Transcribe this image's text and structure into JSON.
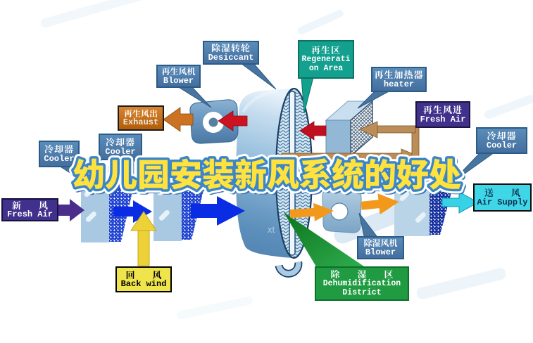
{
  "title": {
    "text": "幼儿园安装新风系统的好处",
    "fill_color": "#ffe23e",
    "outline_color": "#3c86c8"
  },
  "watermark": {
    "text": "xt"
  },
  "labels": {
    "desiccant": {
      "zh": "除湿转轮",
      "en": "Desiccant"
    },
    "regen_blower": {
      "zh": "再生风机",
      "en": "Blower"
    },
    "regen_area": {
      "zh": "再生区",
      "en1": "Regenerati",
      "en2": "on Area"
    },
    "heater": {
      "zh": "再生加热器",
      "en": "heater"
    },
    "exhaust": {
      "zh": "再生风出",
      "en": "Exhaust"
    },
    "regen_fresh_air": {
      "zh": "再生风进",
      "en": "Fresh Air"
    },
    "cooler_right": {
      "zh": "冷却器",
      "en": "Cooler"
    },
    "cooler_mid": {
      "zh": "冷却器",
      "en": "Cooler"
    },
    "cooler_left": {
      "zh": "冷却器",
      "en": "Cooler"
    },
    "fresh_air": {
      "zh": "新　风",
      "en": "Fresh Air"
    },
    "back_wind": {
      "zh": "回　风",
      "en": "Back wind"
    },
    "dehum_blower": {
      "zh": "除湿风机",
      "en": "Blower"
    },
    "dehum_district": {
      "zh": "除　湿　区",
      "en1": "Dehumidification",
      "en2": "District"
    },
    "air_supply": {
      "zh": "送　风",
      "en": "Air Supply"
    }
  },
  "colors": {
    "label_steel_blue": "#4d80b0",
    "label_teal": "#13a08f",
    "label_green": "#209b42",
    "label_orange": "#c96d16",
    "label_indigo": "#41318c",
    "label_yellow": "#efe44c",
    "label_cyan": "#3fd6e8",
    "arrow_red": "#d31222",
    "arrow_orange": "#f2991b",
    "arrow_blue": "#0a2ce4",
    "arrow_purple": "#4b2e8c",
    "arrow_yellow": "#ecca2a",
    "arrow_cyan": "#37d2e6",
    "arrow_tan": "#bb8d58",
    "wheel_blue": "#6f9cc4"
  }
}
